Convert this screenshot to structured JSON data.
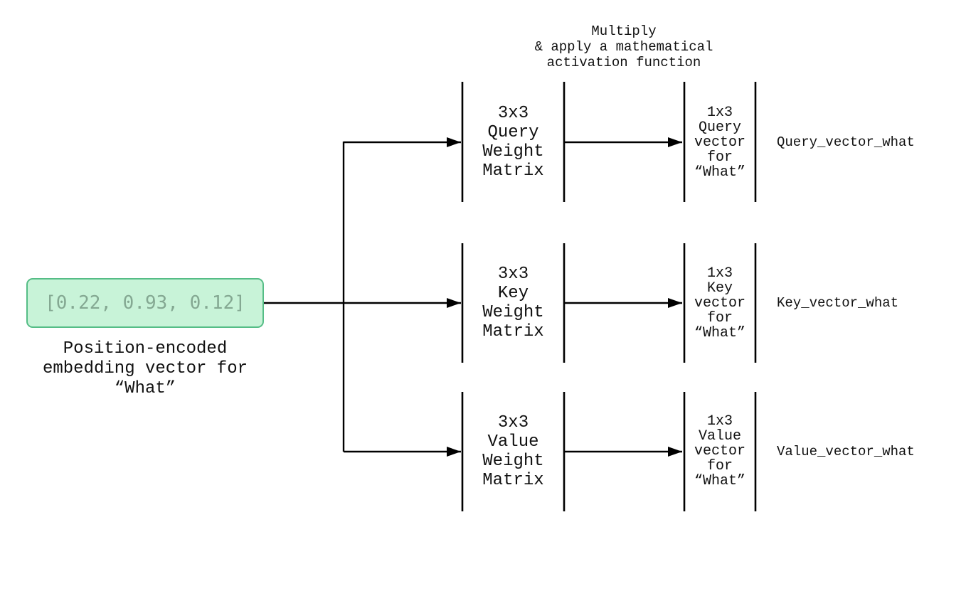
{
  "colors": {
    "background": "#ffffff",
    "line": "#000000",
    "text": "#111111",
    "embedding_box_fill": "#c8f3d8",
    "embedding_box_border": "#55bd86",
    "embedding_box_text": "#84a892"
  },
  "top_annotation": "Multiply\n& apply a mathematical\nactivation function",
  "embedding": {
    "vector": "[0.22, 0.93, 0.12]",
    "caption": "Position-encoded\nembedding vector for\n“What”"
  },
  "rows": [
    {
      "matrix_label": "3x3\nQuery\nWeight\nMatrix",
      "vector_label": "1x3\nQuery\nvector\nfor\n“What”",
      "output_label": "Query_vector_what"
    },
    {
      "matrix_label": "3x3\nKey\nWeight\nMatrix",
      "vector_label": "1x3\nKey\nvector\nfor\n“What”",
      "output_label": "Key_vector_what"
    },
    {
      "matrix_label": "3x3\nValue\nWeight\nMatrix",
      "vector_label": "1x3\nValue\nvector\nfor\n“What”",
      "output_label": "Value_vector_what"
    }
  ]
}
